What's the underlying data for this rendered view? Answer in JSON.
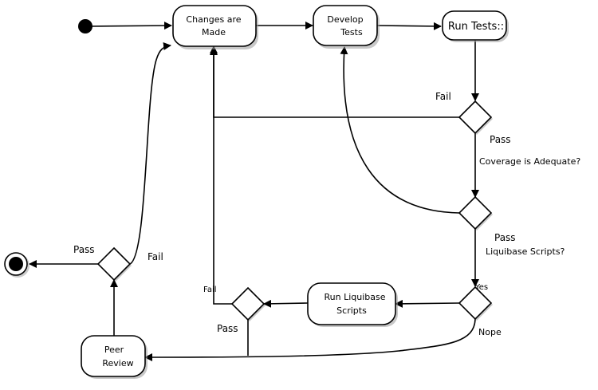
{
  "nodes": {
    "changes": {
      "line1": "Changes are",
      "line2": "Made"
    },
    "develop": {
      "line1": "Develop",
      "line2": "Tests"
    },
    "run_tests": {
      "label": "Run Tests::"
    },
    "run_liquibase": {
      "line1": "Run Liquibase",
      "line2": "Scripts"
    },
    "peer_review": {
      "line1": "Peer",
      "line2": "Review"
    }
  },
  "edges": {
    "tests_fail": "Fail",
    "tests_pass": "Pass",
    "coverage_question": "Coverage is Adequate?",
    "coverage_pass": "Pass",
    "liquibase_question": "Liquibase Scripts?",
    "liquibase_yes": "Yes",
    "liquibase_nope": "Nope",
    "script_fail": "Fail",
    "script_pass": "Pass",
    "review_pass": "Pass",
    "review_fail": "Fail"
  }
}
